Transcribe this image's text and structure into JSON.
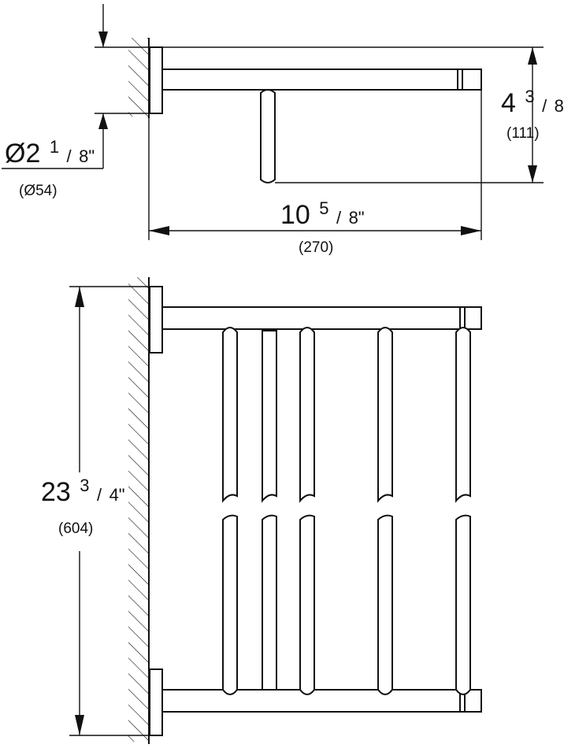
{
  "top_view": {
    "diameter": {
      "whole": "Ø2",
      "num": "1",
      "den": "8\"",
      "mm": "(Ø54)"
    },
    "depth": {
      "whole": "4",
      "num": "3",
      "den": "8\"",
      "mm": "(111)"
    },
    "width": {
      "whole": "10",
      "num": "5",
      "den": "8\"",
      "mm": "(270)"
    }
  },
  "front_view": {
    "height": {
      "whole": "23",
      "num": "3",
      "den": "4\"",
      "mm": "(604)"
    }
  }
}
